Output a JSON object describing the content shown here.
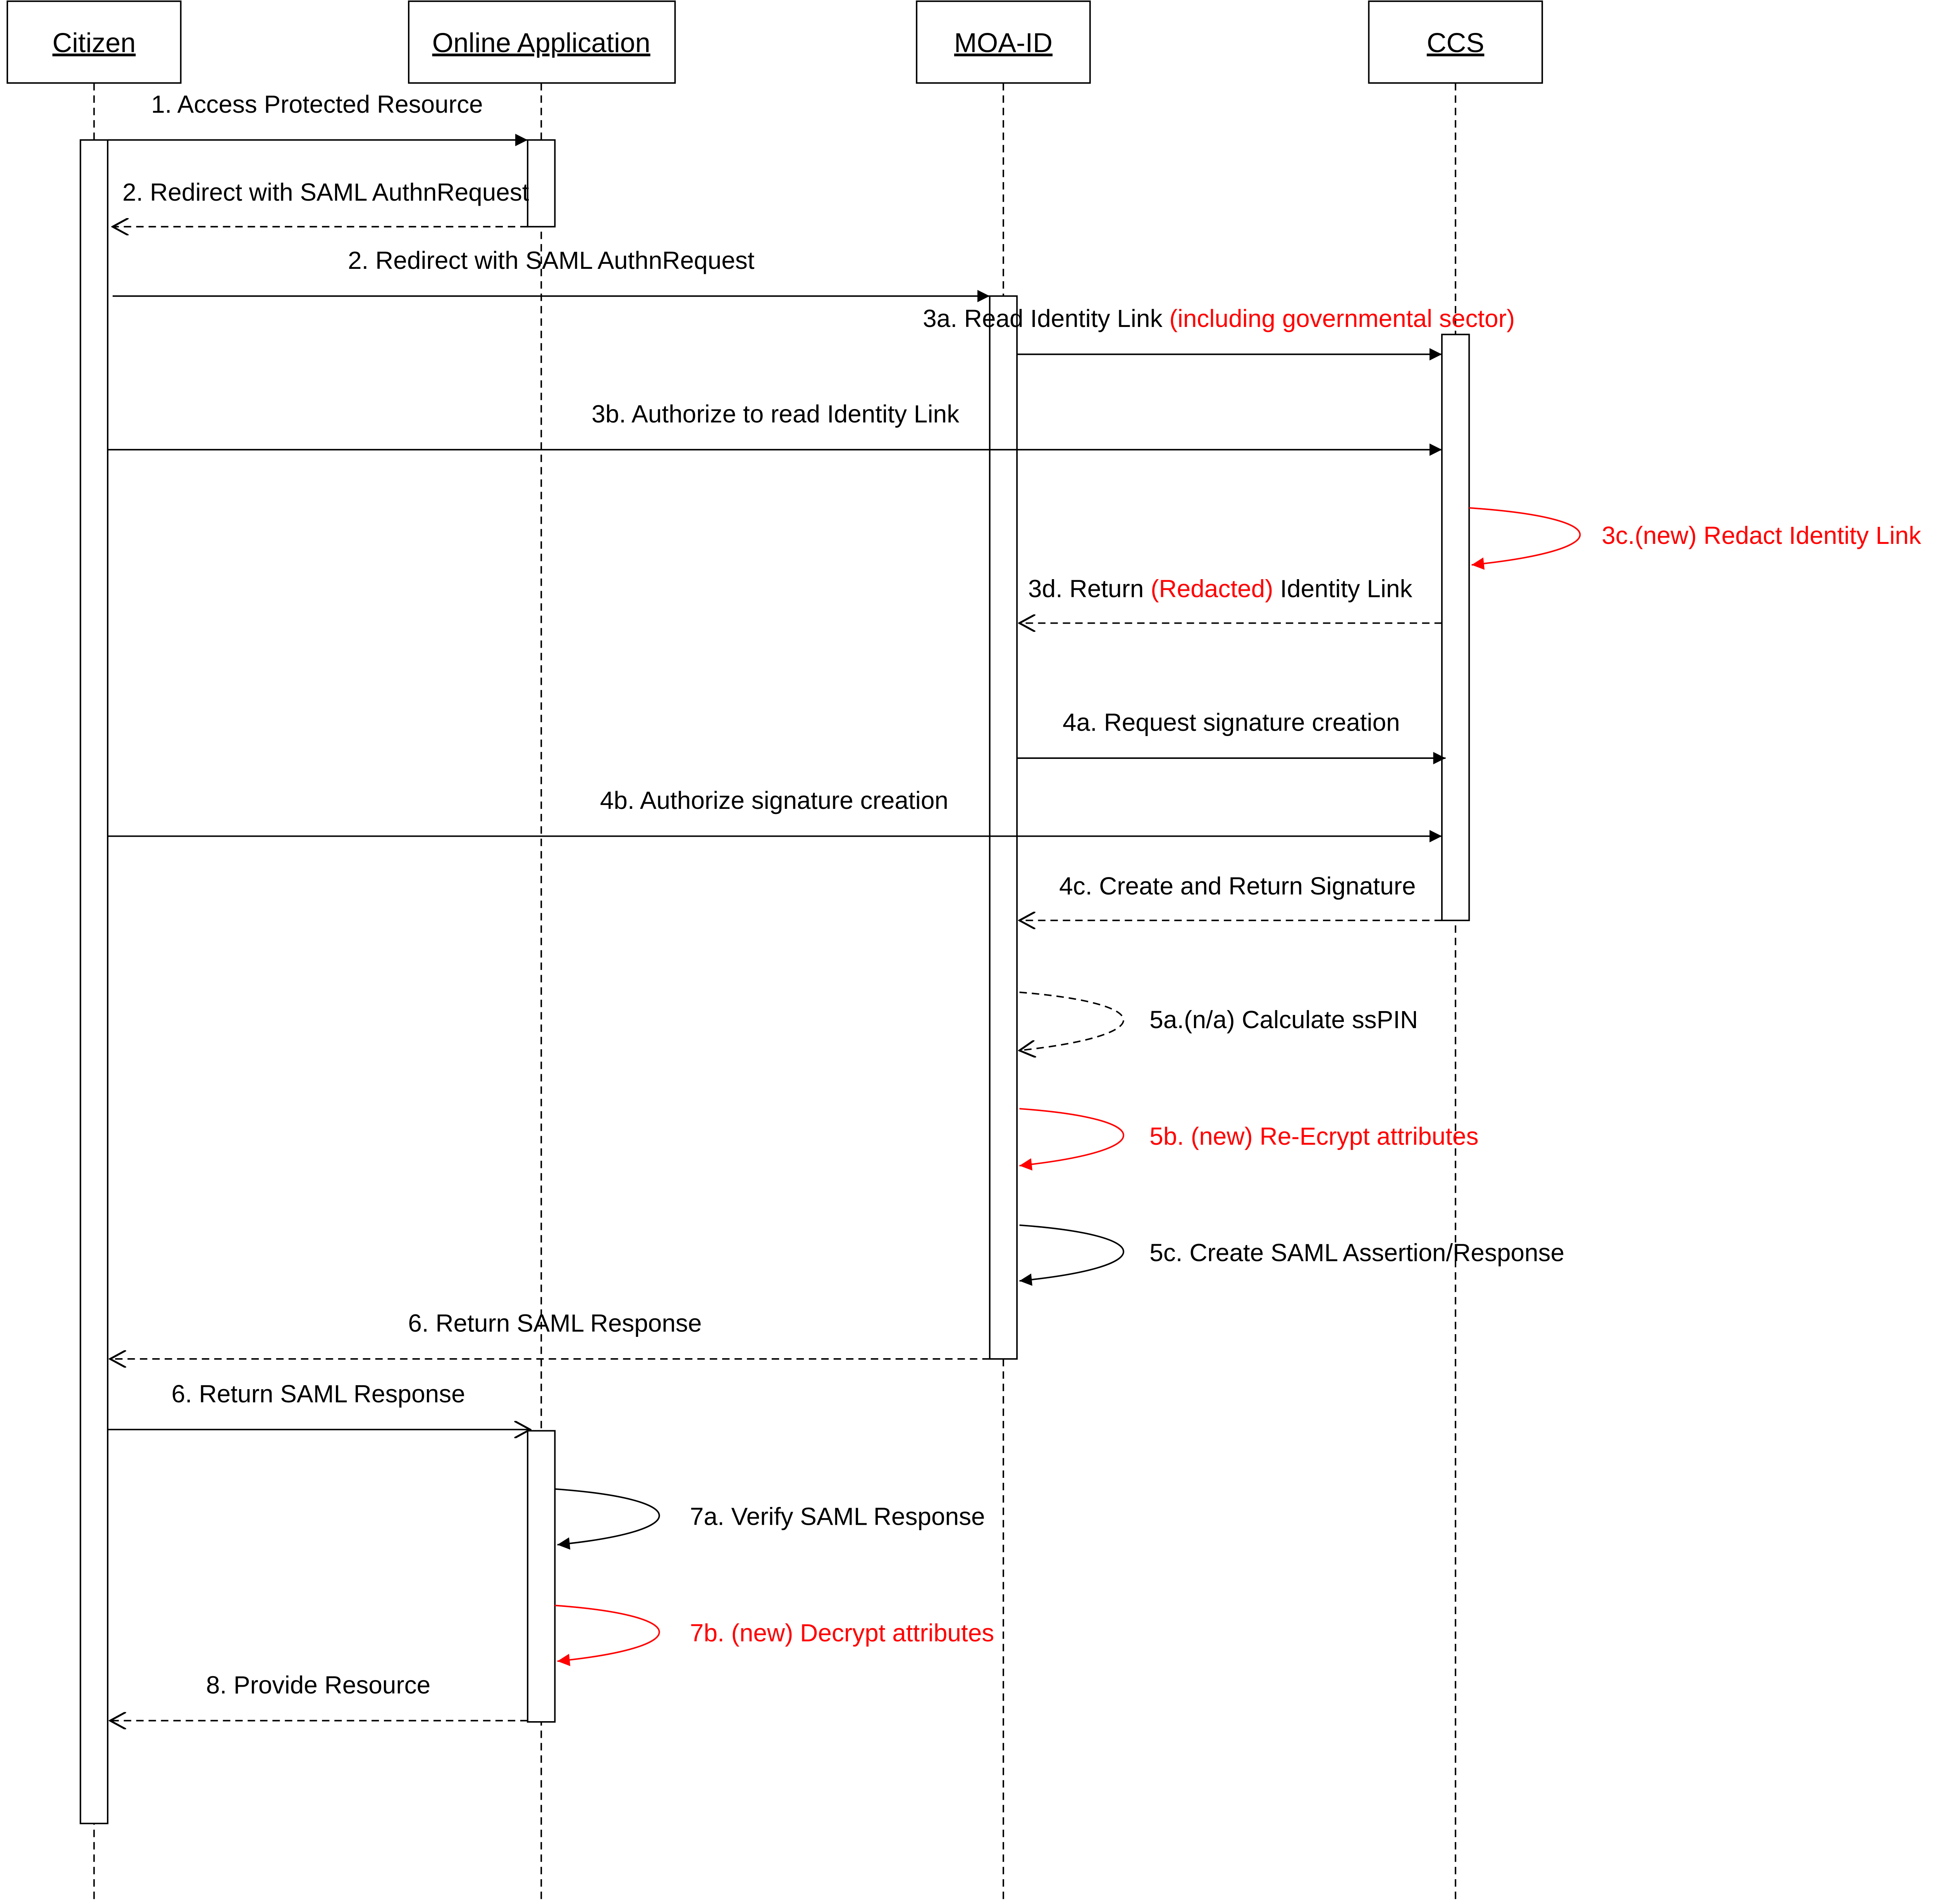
{
  "actors": [
    {
      "id": "citizen",
      "label": "Citizen"
    },
    {
      "id": "app",
      "label": "Online Application"
    },
    {
      "id": "moa",
      "label": "MOA-ID"
    },
    {
      "id": "ccs",
      "label": "CCS"
    }
  ],
  "messages": [
    {
      "id": "m1",
      "label": "1. Access Protected Resource"
    },
    {
      "id": "m2a",
      "label": "2. Redirect with SAML AuthnRequest"
    },
    {
      "id": "m2b",
      "label": "2. Redirect with SAML AuthnRequest"
    },
    {
      "id": "m3a",
      "label": "3a. Read Identity Link ",
      "label_red": "(including governmental sector)"
    },
    {
      "id": "m3b",
      "label": "3b. Authorize to read Identity Link"
    },
    {
      "id": "m3c",
      "label": "3c.(new) Redact Identity Link"
    },
    {
      "id": "m3d",
      "label_pre": "3d. Return ",
      "label_red": "(Redacted)",
      "label_post": " Identity Link"
    },
    {
      "id": "m4a",
      "label": "4a. Request signature creation"
    },
    {
      "id": "m4b",
      "label": "4b. Authorize signature creation"
    },
    {
      "id": "m4c",
      "label": "4c. Create and Return Signature"
    },
    {
      "id": "m5a",
      "label": "5a.(n/a) Calculate ssPIN"
    },
    {
      "id": "m5b",
      "label": "5b. (new)  Re-Ecrypt attributes"
    },
    {
      "id": "m5c",
      "label": "5c. Create SAML Assertion/Response"
    },
    {
      "id": "m6a",
      "label": "6. Return SAML Response"
    },
    {
      "id": "m6b",
      "label": "6. Return SAML Response"
    },
    {
      "id": "m7a",
      "label": "7a. Verify SAML Response"
    },
    {
      "id": "m7b",
      "label": "7b. (new)  Decrypt attributes"
    },
    {
      "id": "m8",
      "label": "8. Provide Resource"
    }
  ],
  "colors": {
    "line": "#000000",
    "highlight": "#ff0000",
    "background": "#ffffff"
  }
}
